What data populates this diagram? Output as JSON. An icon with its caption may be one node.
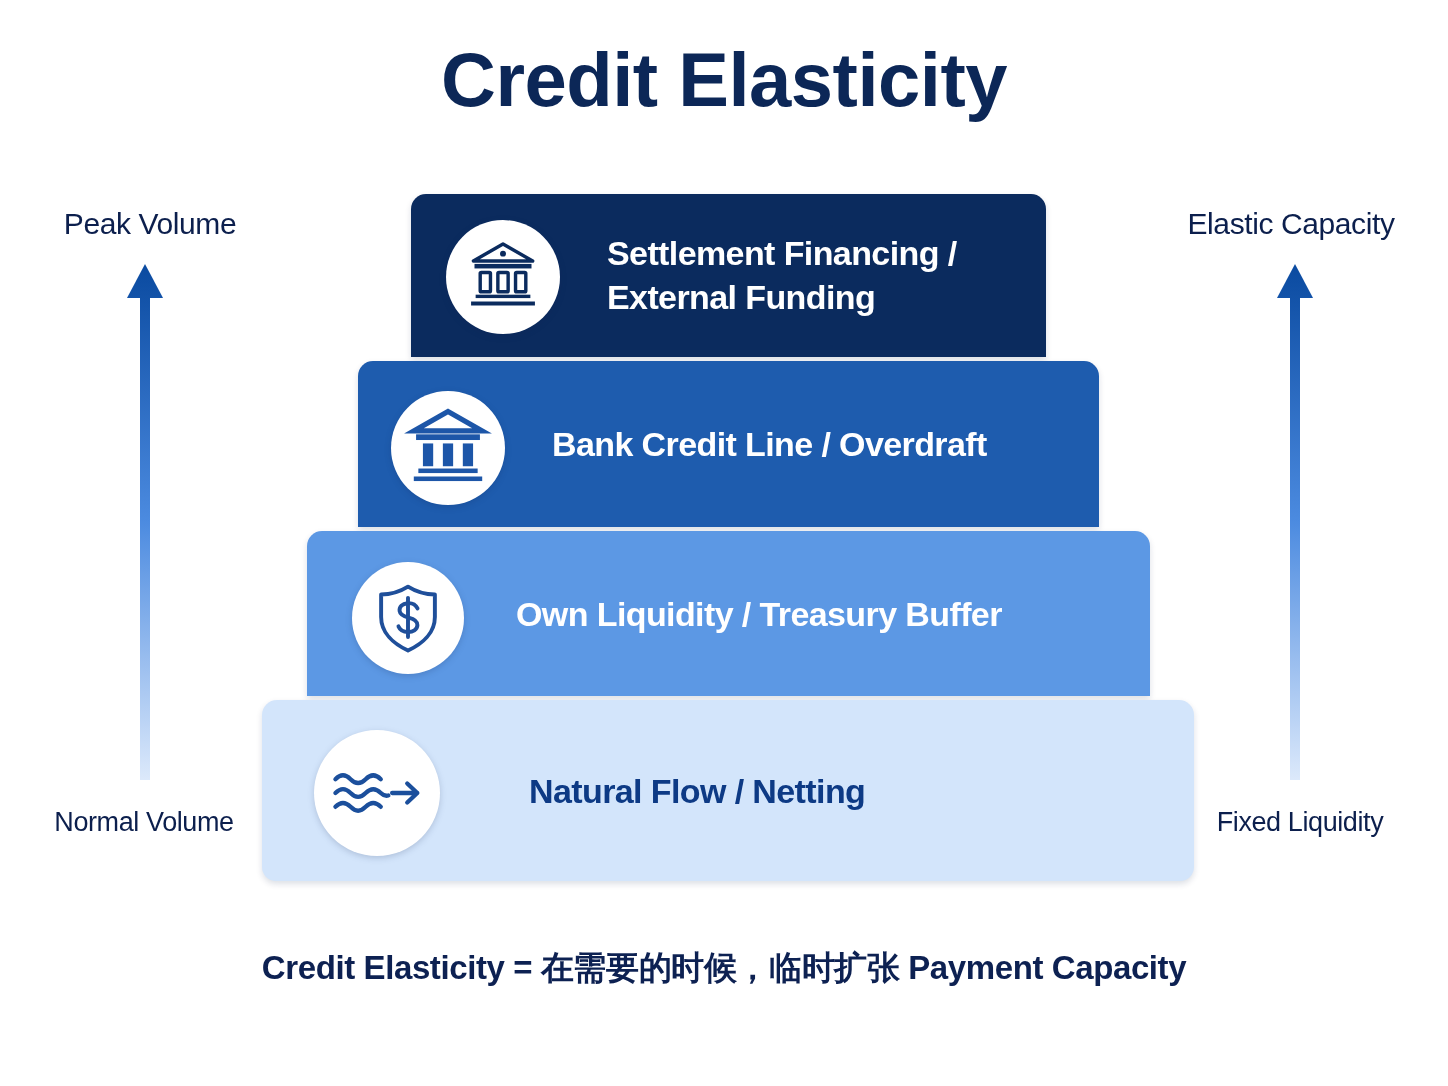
{
  "diagram": {
    "title": "Credit Elasticity",
    "nodes": [
      {
        "text": [
          "Settlement Financing / External Funding"
        ]
      },
      {
        "text": [
          "Bank Credit Line / Overdraft"
        ]
      },
      {
        "text": [
          "Own Liquidity / Treasury Buffer"
        ]
      },
      {
        "text": [
          "Natural Flow / Netting"
        ]
      }
    ],
    "labels": [
      "Peak Volume",
      "Elastic Capacity",
      "Normal Volume",
      "Fixed Liquidity"
    ],
    "caption": "Credit Elasticity = 在需要的时候，临时扩张 Payment Capacity"
  }
}
